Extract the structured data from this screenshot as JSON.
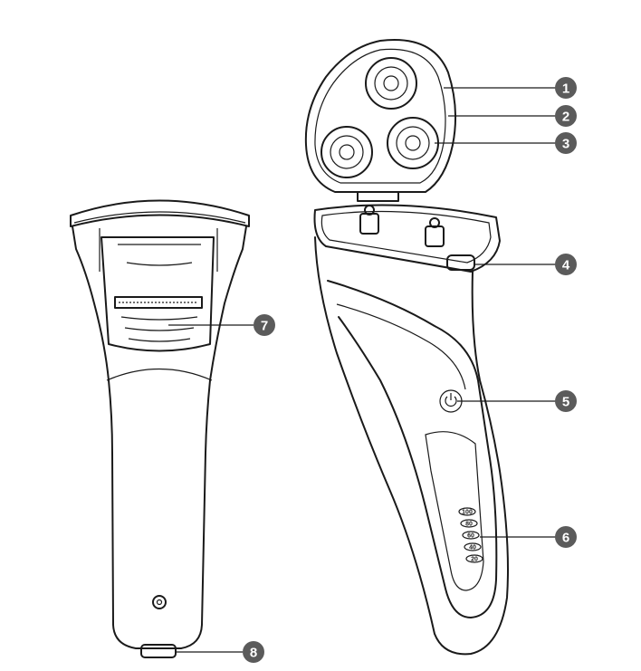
{
  "figure": {
    "callouts": [
      {
        "id": "1",
        "label": "1"
      },
      {
        "id": "2",
        "label": "2"
      },
      {
        "id": "3",
        "label": "3"
      },
      {
        "id": "4",
        "label": "4"
      },
      {
        "id": "5",
        "label": "5"
      },
      {
        "id": "6",
        "label": "6"
      },
      {
        "id": "7",
        "label": "7"
      },
      {
        "id": "8",
        "label": "8"
      }
    ],
    "battery_levels": [
      "100",
      "80",
      "60",
      "40",
      "20"
    ]
  }
}
